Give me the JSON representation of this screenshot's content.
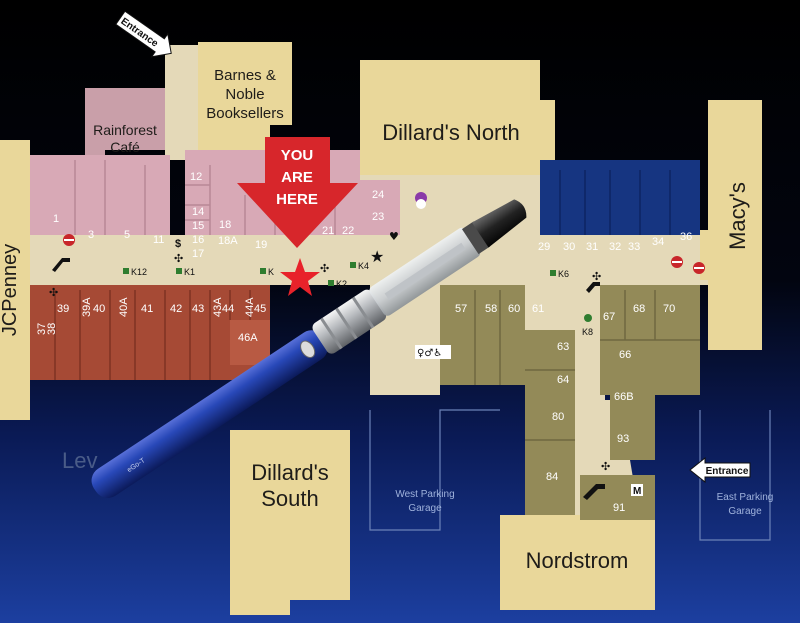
{
  "anchors": {
    "barnes_noble": "Barnes & Noble Booksellers",
    "rainforest_cafe": "Rainforest Café",
    "dillards_north": "Dillard's North",
    "macys": "Macy's",
    "jcpenney": "JCPenney",
    "dillards_south": "Dillard's South",
    "nordstrom": "Nordstrom"
  },
  "entrances": {
    "northwest": "Entrance",
    "east": "Entrance"
  },
  "you_are_here": [
    "YOU",
    "ARE",
    "HERE"
  ],
  "garages": {
    "west": [
      "West Parking",
      "Garage"
    ],
    "east": [
      "East Parking",
      "Garage"
    ]
  },
  "partial_text": {
    "lower_left": "Lev"
  },
  "pen_brand": "eGo-T",
  "units": {
    "pink": [
      "1",
      "3",
      "5",
      "11",
      "12",
      "14",
      "15",
      "16",
      "17",
      "18",
      "18A",
      "19",
      "21",
      "22",
      "23",
      "24"
    ],
    "blue": [
      "29",
      "30",
      "31",
      "32",
      "33",
      "34",
      "36"
    ],
    "red": [
      "37",
      "38",
      "39",
      "39A",
      "40",
      "40A",
      "41",
      "42",
      "43",
      "43A",
      "44",
      "44A",
      "45",
      "46A"
    ],
    "olive": [
      "57",
      "58",
      "60",
      "61",
      "63",
      "64",
      "66",
      "66B",
      "67",
      "68",
      "70",
      "80",
      "84",
      "91",
      "93"
    ]
  },
  "kiosks": [
    "K12",
    "K1",
    "K",
    "K2",
    "K4",
    "K6",
    "K8"
  ],
  "icons": [
    "restroom-icon",
    "stroller-icon",
    "atm-icon",
    "star-icon",
    "escalator-icon",
    "elevator-icon",
    "info-icon",
    "no-smoking-icon"
  ],
  "colors": {
    "pink_zone": "#d8a9b6",
    "blue_zone": "#163581",
    "red_zone": "#a64a35",
    "olive_zone": "#938a58",
    "anchor_tan": "#e9d79a",
    "corridor": "#e4d9b8",
    "arrow_red": "#d7262b",
    "pen_blue": "#1f3a9a"
  }
}
